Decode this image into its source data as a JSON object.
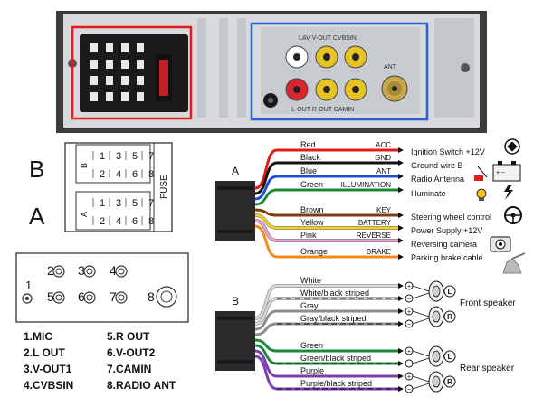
{
  "connector_a_label": "A",
  "connector_b_label": "B",
  "iso_a_label": "A",
  "iso_b_label": "B",
  "fuse_label": "FUSE",
  "harness_a_label": "A",
  "harness_b_label": "B",
  "back_panel": {
    "top_text": "LAV V-OUT CVBSIN",
    "bottom_text": "L-OUT R-OUT CAMIN",
    "ant_text": "ANT"
  },
  "iso_pins": {
    "b_row1": [
      "1",
      "3",
      "5",
      "7"
    ],
    "b_row2": [
      "2",
      "4",
      "6",
      "8"
    ],
    "a_row1": [
      "1",
      "3",
      "5",
      "7"
    ],
    "a_row2": [
      "2",
      "4",
      "6",
      "8"
    ]
  },
  "jack_numbers": [
    "1",
    "2",
    "3",
    "4",
    "5",
    "6",
    "7",
    "8"
  ],
  "legend_left": [
    "1.MIC",
    "2.L OUT",
    "3.V-OUT1",
    "4.CVBSIN"
  ],
  "legend_right": [
    "5.R OUT",
    "6.V-OUT2",
    "7.CAMIN",
    "8.RADIO ANT"
  ],
  "wires_a": [
    {
      "color_name": "Red",
      "function": "ACC",
      "color": "#e31b1b"
    },
    {
      "color_name": "Black",
      "function": "GND",
      "color": "#111111"
    },
    {
      "color_name": "Blue",
      "function": "ANT",
      "color": "#1f4fd6"
    },
    {
      "color_name": "Green",
      "function": "ILLUMINATION",
      "color": "#1b8a3a"
    },
    {
      "color_name": "Brown",
      "function": "KEY",
      "color": "#7a3e12"
    },
    {
      "color_name": "Yellow",
      "function": "BATTERY",
      "color": "#f2d21b"
    },
    {
      "color_name": "Pink",
      "function": "REVERSE",
      "color": "#f39ad0"
    },
    {
      "color_name": "Orange",
      "function": "BRAKE",
      "color": "#f08a1b"
    }
  ],
  "targets_a": [
    "Ignition Switch +12V",
    "Ground wire B-",
    "Radio Antenna",
    "Illuminate",
    "Steering wheel control",
    "Power Supply +12V",
    "Reversing camera",
    "Parking brake cable"
  ],
  "wires_b": [
    {
      "color_name": "White",
      "color": "#d9d9d9"
    },
    {
      "color_name": "White/black striped",
      "color": "#d9d9d9"
    },
    {
      "color_name": "Gray",
      "color": "#8c8c8c"
    },
    {
      "color_name": "Gray/black striped",
      "color": "#8c8c8c"
    },
    {
      "color_name": "Green",
      "color": "#1b8a3a"
    },
    {
      "color_name": "Green/black striped",
      "color": "#1b8a3a"
    },
    {
      "color_name": "Purple",
      "color": "#7b3fb0"
    },
    {
      "color_name": "Purple/black striped",
      "color": "#7b3fb0"
    }
  ],
  "speakers": [
    {
      "label": "Front speaker",
      "channels": [
        "L",
        "R"
      ]
    },
    {
      "label": "Rear speaker",
      "channels": [
        "L",
        "R"
      ]
    }
  ],
  "polarity": {
    "plus": "+",
    "minus": "−"
  }
}
